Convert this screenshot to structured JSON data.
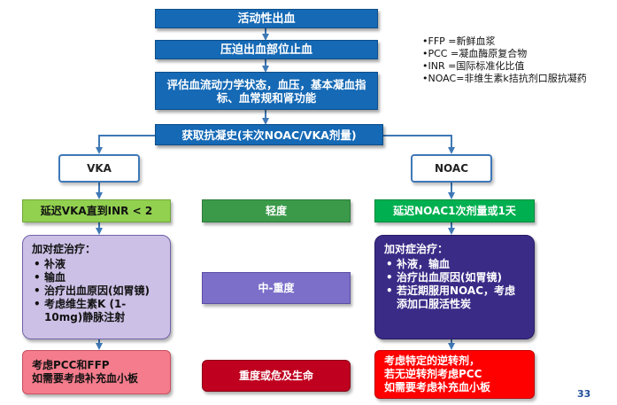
{
  "flow": {
    "top": [
      "活动性出血",
      "压迫出血部位止血",
      "评估血流动力学状态，血压，基本凝血指标、血常规和肾功能",
      "获取抗凝史(末次NOAC/VKA剂量)"
    ],
    "vka": "VKA",
    "noac": "NOAC",
    "vka_delay": "延迟VKA直到INR < 2",
    "noac_delay": "延迟NOAC1次剂量或1天",
    "severity": {
      "mild": "轻度",
      "moderate": "中-重度",
      "severe": "重度或危及生命"
    },
    "vka_treat": {
      "title": "加对症治疗：",
      "items": [
        "补液",
        "输血",
        "治疗出血原因(如胃镜)",
        "考虑维生素K (1-10mg)静脉注射"
      ]
    },
    "noac_treat": {
      "title": "加对症治疗：",
      "items": [
        "补液，输血",
        "治疗出血原因(如胃镜)",
        "若近期服用NOAC，考虑添加口服活性炭"
      ]
    },
    "vka_severe": [
      "考虑PCC和FFP",
      "如需要考虑补充血小板"
    ],
    "noac_severe": [
      "考虑特定的逆转剂，",
      "若无逆转剂考虑PCC",
      "如需要考虑补充血小板"
    ]
  },
  "legend": [
    "•FFP =新鲜血浆",
    "•PCC =凝血酶原复合物",
    "•INR =国际标准化比值",
    "•NOAC=非维生素k拮抗剂口服抗凝药"
  ],
  "page_number": "33",
  "colors": {
    "line": "#3f78b6"
  }
}
